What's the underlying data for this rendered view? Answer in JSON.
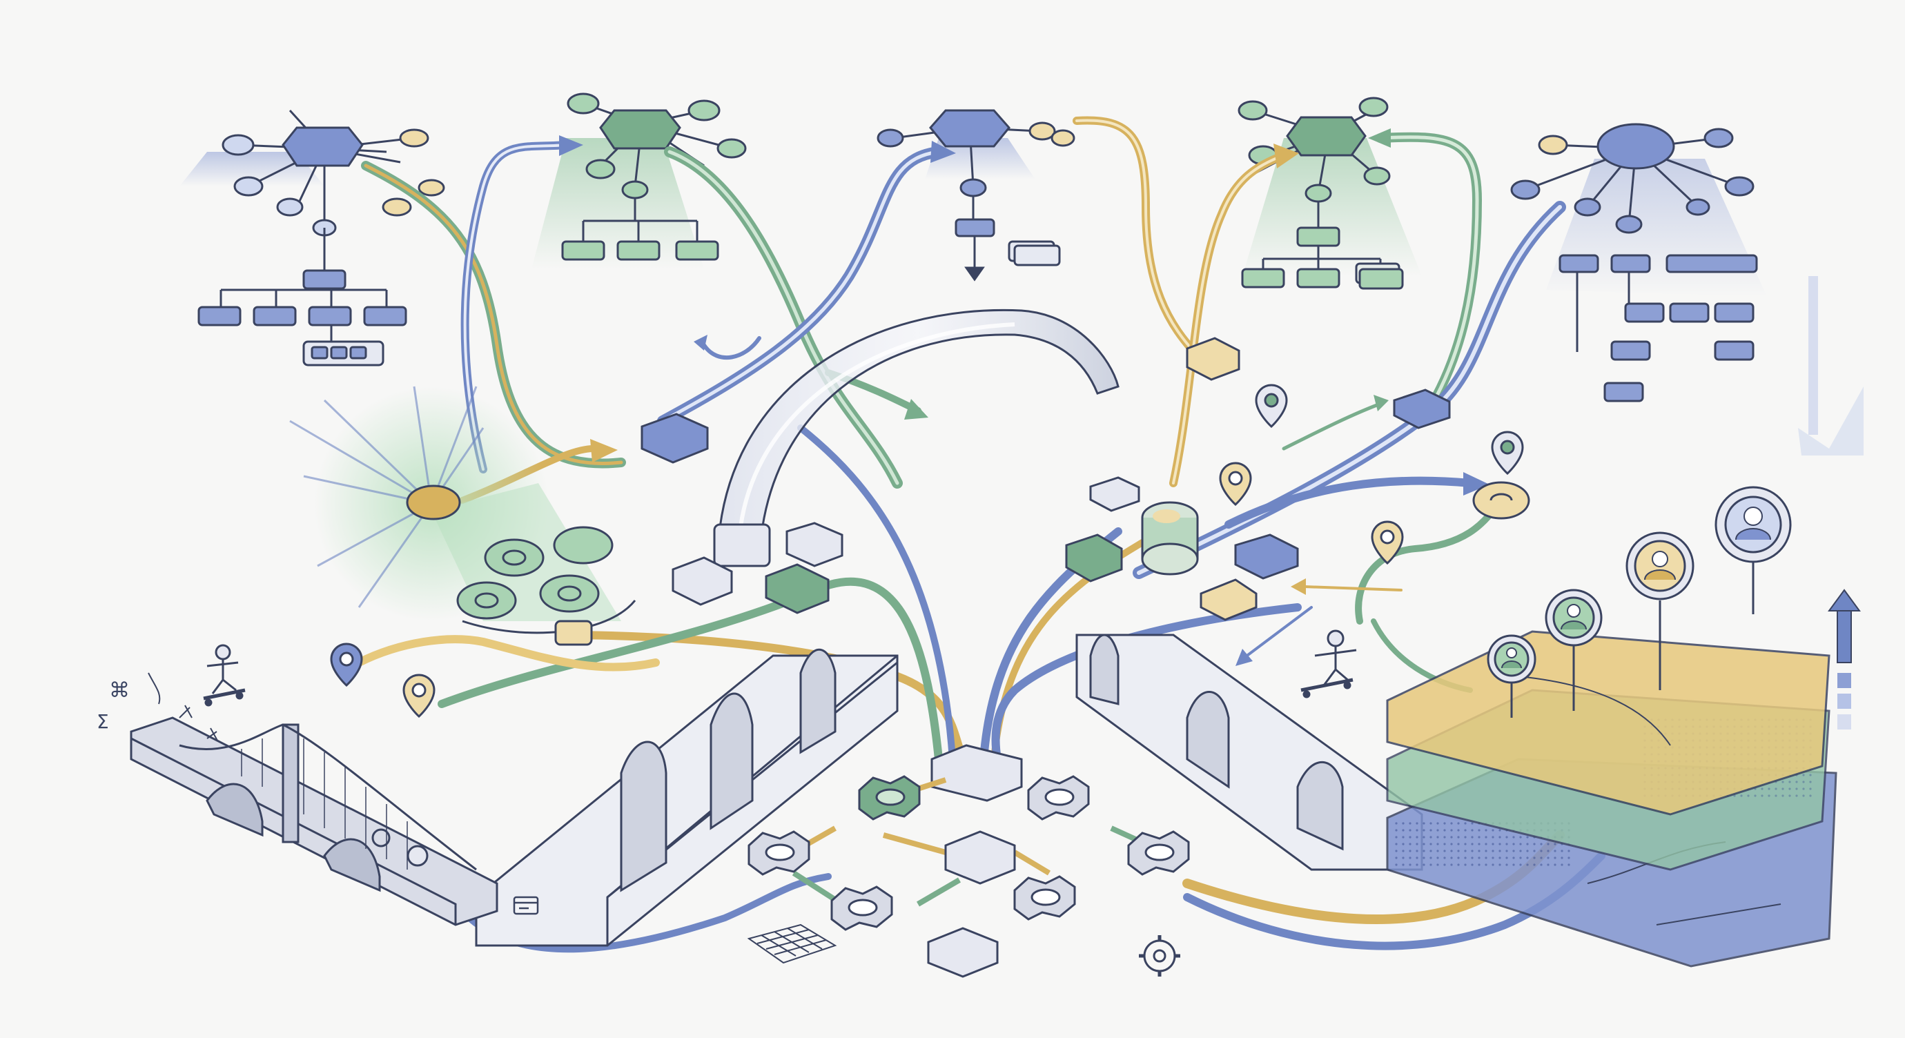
{
  "colors": {
    "background": "#f7f7f6",
    "ink": "#3a4360",
    "blue": "#6f86c4",
    "blue_fill": "#8d9fd4",
    "blue_light": "#cfd8ef",
    "green": "#79ad8c",
    "green_fill": "#a9d3b3",
    "green_light": "#d6ead9",
    "gold": "#d7b25e",
    "gold_light": "#efdcaa",
    "gray": "#c9cedb",
    "gray_dark": "#a3aabd"
  },
  "hubs": [
    {
      "id": "hub-top-left",
      "style": "blue",
      "icon": "node-tree-icon"
    },
    {
      "id": "hub-top-center-left",
      "style": "green",
      "icon": "node-tree-icon"
    },
    {
      "id": "hub-top-center",
      "style": "blue",
      "icon": "node-tree-icon"
    },
    {
      "id": "hub-top-center-right",
      "style": "green",
      "icon": "node-tree-icon"
    },
    {
      "id": "hub-top-right",
      "style": "blue",
      "icon": "node-tree-icon"
    }
  ],
  "avatars": [
    {
      "name": "user-avatar-small",
      "style": "green"
    },
    {
      "name": "user-avatar-medium",
      "style": "green"
    },
    {
      "name": "user-avatar-large",
      "style": "gold"
    },
    {
      "name": "user-avatar-top",
      "style": "blue"
    }
  ],
  "layers": [
    {
      "name": "layer-gold",
      "color": "#e7c97c"
    },
    {
      "name": "layer-green",
      "color": "#93c4a6"
    },
    {
      "name": "layer-blue",
      "color": "#7f93cf"
    }
  ],
  "glyphs": {
    "command": "⌘",
    "sigma": "Σ",
    "arrow_up": "↑"
  },
  "skaters": 2,
  "gears": 6
}
